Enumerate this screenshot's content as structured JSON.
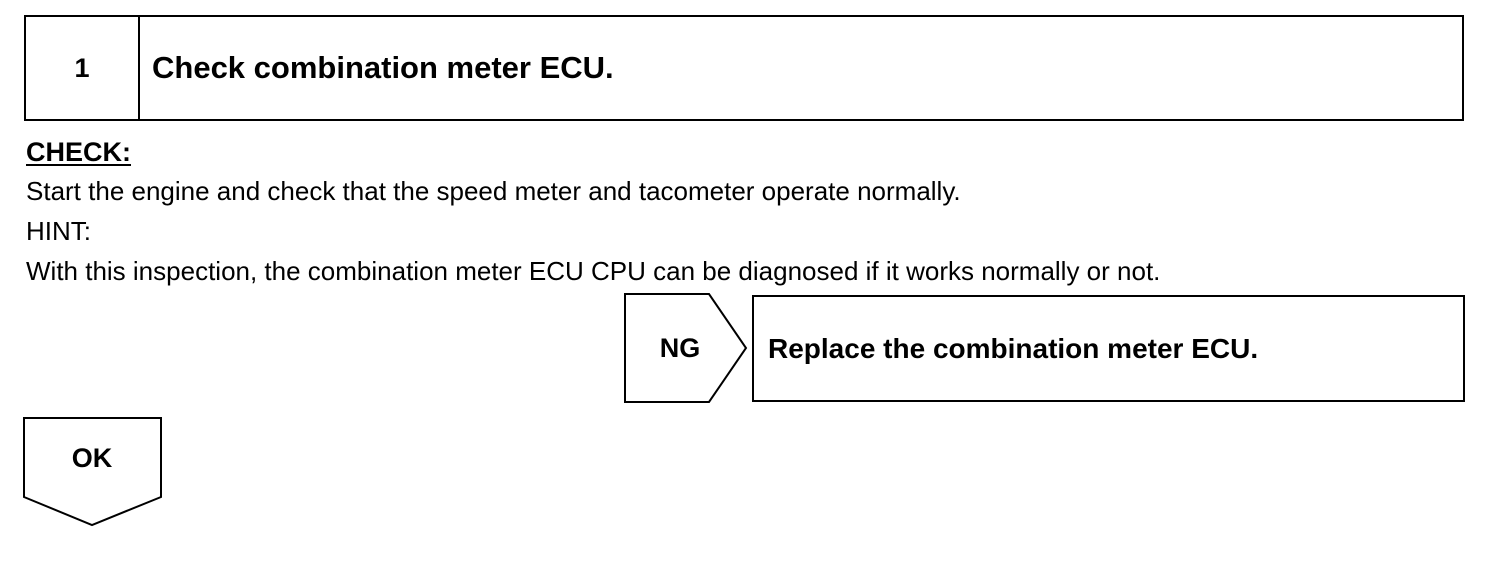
{
  "step": {
    "number": "1",
    "title": "Check combination meter ECU."
  },
  "check": {
    "label": "CHECK:",
    "text": "Start the engine and check that the speed meter and tacometer operate normally."
  },
  "hint": {
    "label": "HINT:",
    "text": "With this inspection, the combination meter ECU CPU can be diagnosed if it works normally or not."
  },
  "ng": {
    "label": "NG",
    "action": "Replace the combination meter ECU."
  },
  "ok": {
    "label": "OK"
  }
}
